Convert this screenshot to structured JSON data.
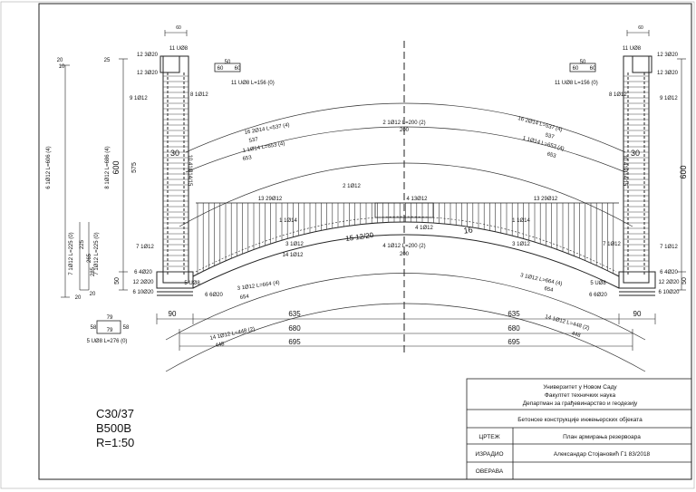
{
  "material": {
    "concrete": "C30/37",
    "steel": "B500B",
    "scale": "R=1:50"
  },
  "title_block": {
    "institution_lines": [
      "Универзитет у Новом Саду",
      "Факултет техничких наука",
      "Департман за грађевинарство и геодезију"
    ],
    "course": "Бетонске конструкције инжењерских објеката",
    "rows": [
      {
        "label": "ЦРТЕЖ",
        "value": "План армирања резервоара"
      },
      {
        "label": "ИЗРАДИО",
        "value": "Александар Стојановић Г1 83/2018"
      },
      {
        "label": "ОВЕРАВА",
        "value": ""
      }
    ]
  },
  "dimensions": {
    "bottom": {
      "left_90": "90",
      "s635": "635",
      "s680": "680",
      "s695": "695",
      "right_90": "90"
    },
    "wall_top": "60",
    "left_vertical": {
      "d575": "575",
      "d600": "600",
      "d50": "50",
      "d25": "25",
      "d20": "20",
      "d10": "10"
    },
    "right_vertical": {
      "d600": "600",
      "d50": "50"
    },
    "side_legs": {
      "h225": "225",
      "h265": "265",
      "h285": "285",
      "w20a": "20",
      "w20b": "20"
    },
    "stirrup": {
      "w79a": "79",
      "w79b": "79",
      "h58a": "58",
      "h58b": "58"
    },
    "cap": {
      "d50": "50",
      "d60a": "60",
      "d60b": "60"
    },
    "arch_thickness": "16",
    "inner_wall": "30"
  },
  "bars": {
    "b11_top": "11 UØ8",
    "b12_3020": "12 3Ø20",
    "b12_3020b": "12 3Ø20",
    "b11_len": "11 UØ8 L=156 (0)",
    "b9": "9 1Ø12",
    "b8": "8 1Ø12",
    "b8_len": "8 1Ø12 L=686 (4)",
    "b6_len": "6 1Ø12 L=606 (4)",
    "b10_side": "10 41Ø14/15",
    "b16": "16 2Ø14 L=537 (4)",
    "b16_dim": "537",
    "b1": "1 1Ø14 L=653 (4)",
    "b1_dim": "653",
    "b2_top": "2 1Ø12 L=200 (2)",
    "b2_dim": "200",
    "b2": "2 1Ø12",
    "b4": "4 13Ø12",
    "b4b": "4 1Ø12",
    "b4_len": "4 1Ø12 L=200 (2)",
    "b4_dim": "200",
    "b13": "13 29Ø12",
    "b1_short": "1 1Ø14",
    "b3": "3 1Ø12",
    "b14": "14 1Ø12",
    "b15": "15 12/20",
    "b7": "7 1Ø12",
    "b7_len_a": "7 1Ø12 L=225 (0)",
    "b7_len_b": "7 1Ø12 L=225 (0)",
    "b6": "6 4Ø20",
    "b12": "12 2Ø20",
    "b5": "5 UØ8",
    "b6_10": "6 10Ø20",
    "b6_6": "6 6Ø20",
    "b3_len": "3 1Ø12 L=664 (4)",
    "b3_dim": "654",
    "b14_len": "14 1Ø12 L=448 (2)",
    "b14_dim": "448",
    "b5_len": "5 UØ8 L=276 (0)"
  }
}
